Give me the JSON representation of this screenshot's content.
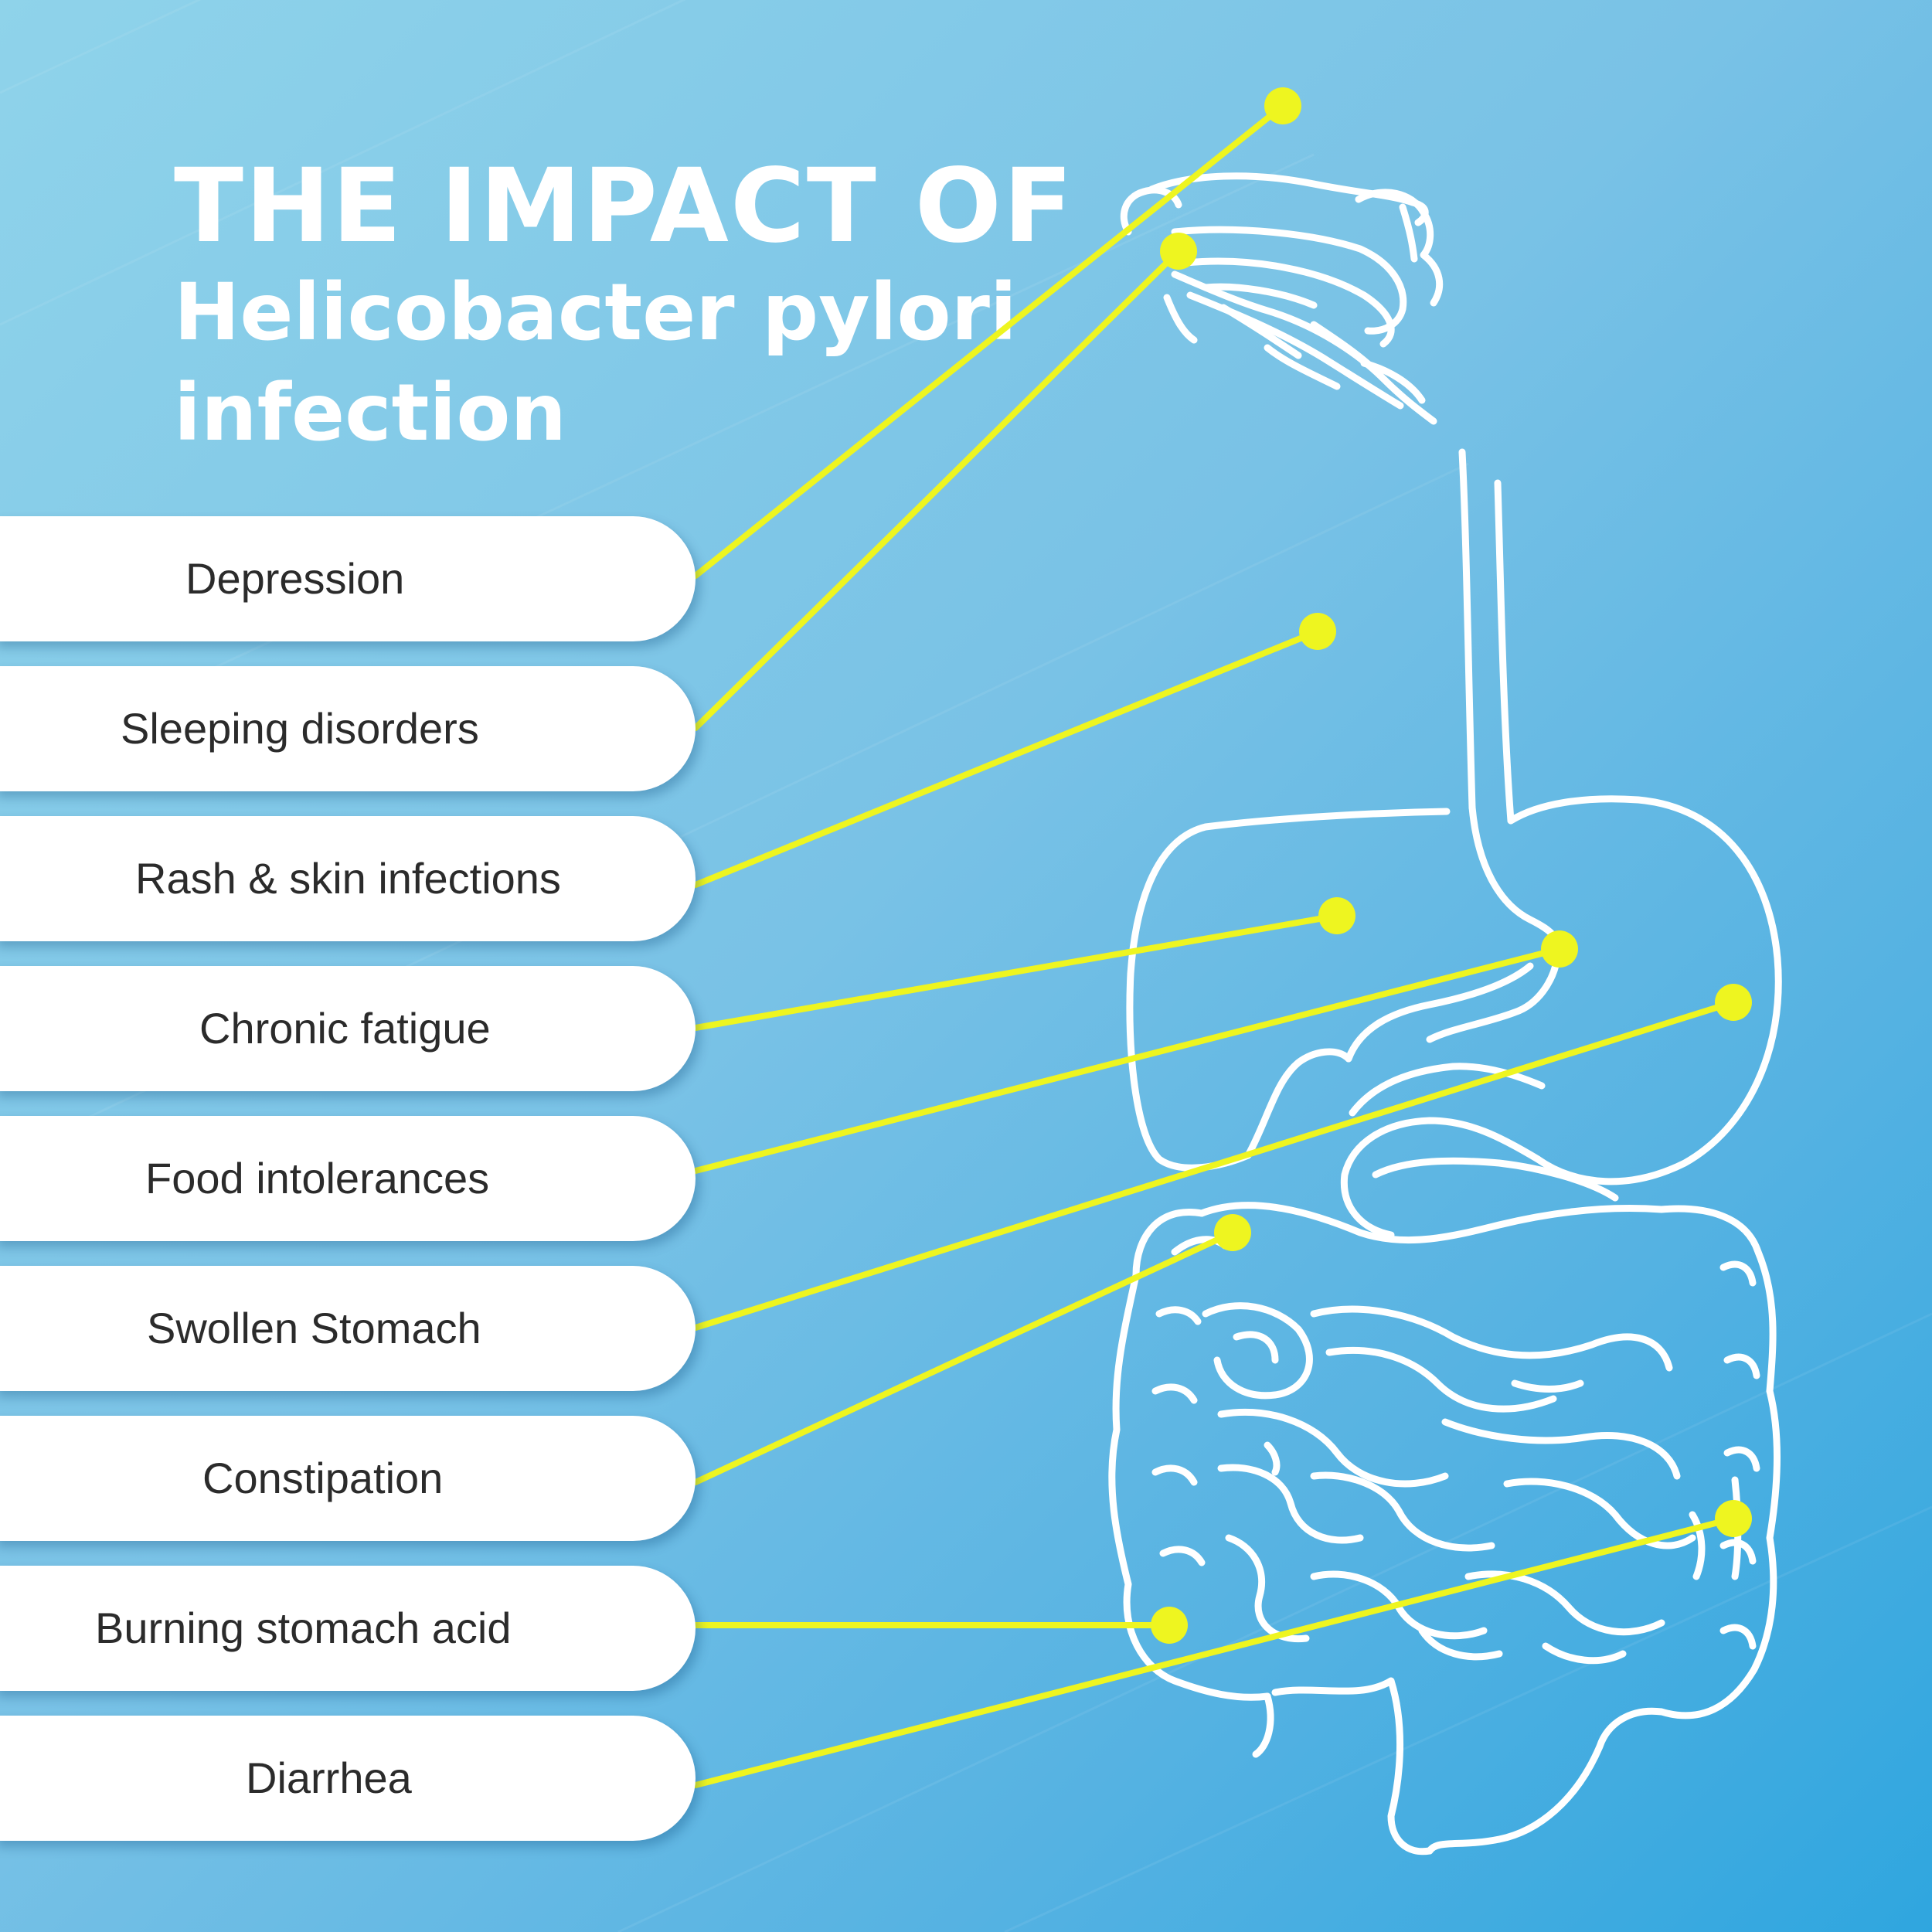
{
  "title": {
    "line1": "THE IMPACT OF",
    "line2": "Helicobacter pylori",
    "line3": "infection"
  },
  "symptoms": [
    {
      "label": "Depression"
    },
    {
      "label": "Sleeping disorders"
    },
    {
      "label": "Rash & skin infections"
    },
    {
      "label": "Chronic fatigue"
    },
    {
      "label": "Food intolerances"
    },
    {
      "label": "Swollen Stomach"
    },
    {
      "label": "Constipation"
    },
    {
      "label": "Burning stomach acid"
    },
    {
      "label": "Diarrhea"
    }
  ],
  "colors": {
    "background_light": "#8fd3ea",
    "background_dark": "#2fa6df",
    "pointer": "#eef520",
    "outline": "#ffffff",
    "label_text": "#2b2b2b"
  },
  "icons": [
    "brain-outline-icon",
    "digestive-system-outline-icon"
  ]
}
